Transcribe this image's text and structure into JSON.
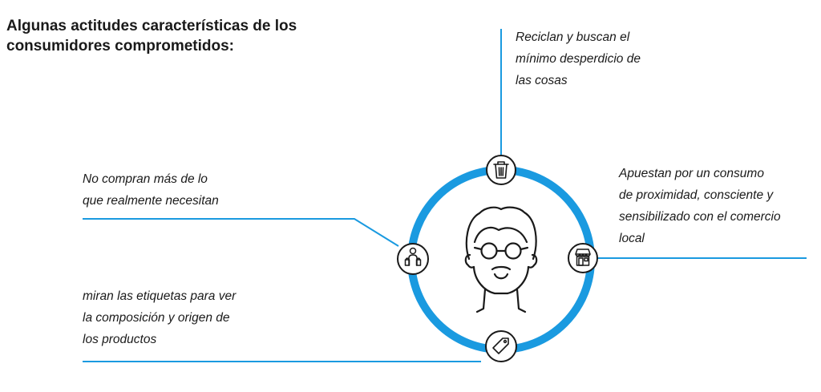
{
  "title": {
    "lines": [
      "Algunas actitudes características de los",
      "consumidores comprometidos:"
    ]
  },
  "colors": {
    "ring": "#1a9ae0",
    "connector": "#1a9ae0",
    "icon_stroke": "#1a1a1a",
    "text": "#1a1a1a"
  },
  "attitudes": [
    {
      "id": "recycle",
      "icon": "trash-bin-icon",
      "lines": [
        "Reciclan y buscan el",
        "mínimo desperdicio de",
        "las cosas"
      ]
    },
    {
      "id": "local",
      "icon": "storefront-icon",
      "lines": [
        "Apuestan por un consumo",
        "de proximidad, consciente y",
        "sensibilizado con el comercio",
        "local"
      ]
    },
    {
      "id": "buy-less",
      "icon": "shopper-bags-icon",
      "lines": [
        "No compran más de lo",
        "que realmente necesitan"
      ]
    },
    {
      "id": "labels",
      "icon": "price-tag-icon",
      "lines": [
        "miran las etiquetas para ver",
        "la composición y origen de",
        "los productos"
      ]
    }
  ],
  "center": {
    "icon": "consumer-face-icon"
  }
}
